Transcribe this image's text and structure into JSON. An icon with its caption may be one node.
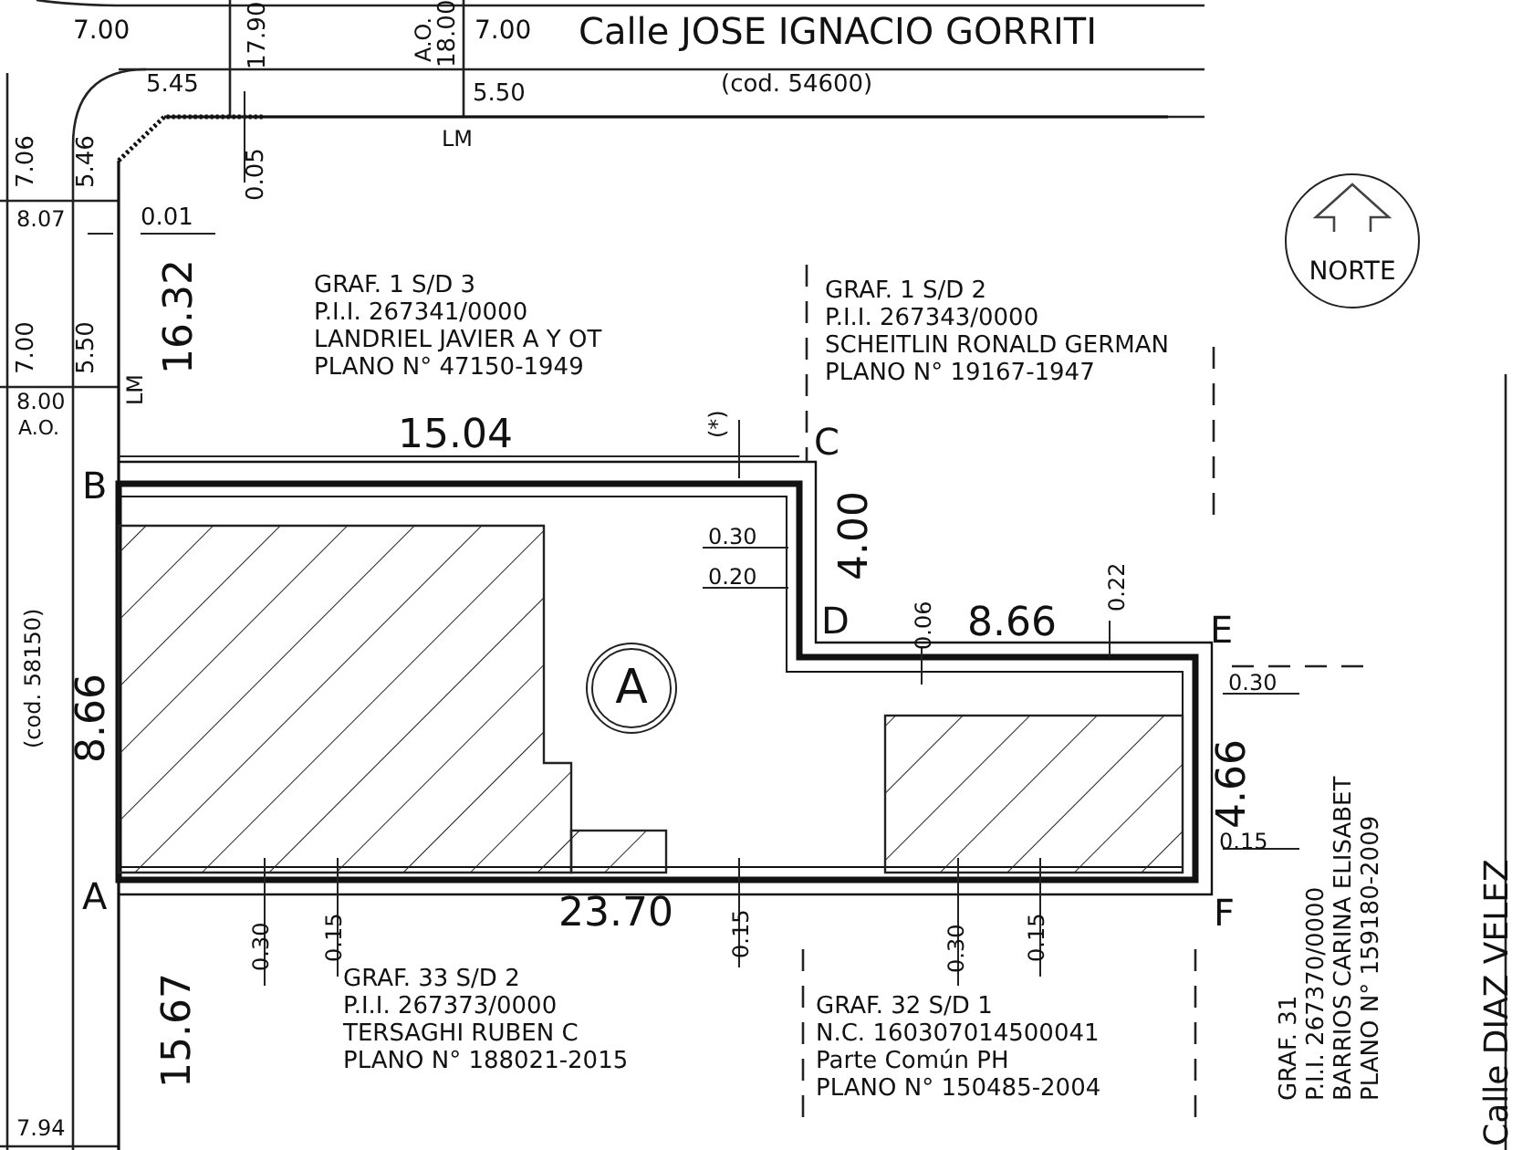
{
  "diagram": {
    "nodes": [
      {
        "text": [
          "NORTE"
        ]
      },
      {
        "text": [
          "A"
        ]
      }
    ],
    "labels": [
      "7.00",
      "17.90",
      "A.O.",
      "18.00",
      "7.00",
      "Calle JOSE IGNACIO GORRITI",
      "5.45",
      "5.50",
      "(cod. 54600)",
      "LM",
      "7.06",
      "5.46",
      "0.05",
      "8.07",
      "0.01",
      "GRAF. 1 S/D 3",
      "P.I.I. 267341/0000",
      "LANDRIEL JAVIER A Y OT",
      "PLANO N° 47150-1949",
      "GRAF. 1 S/D 2",
      "P.I.I. 267343/0000",
      "SCHEITLIN RONALD GERMAN",
      "PLANO N° 19167-1947",
      "7.00",
      "5.50",
      "LM",
      "16.32",
      "8.00",
      "A.O.",
      "15.04",
      "(*)",
      "B",
      "C",
      "4.00",
      "0.30",
      "0.20",
      "D",
      "0.06",
      "8.66",
      "0.22",
      "E",
      "0.30",
      "(cod. 58150)",
      "8.66",
      "4.66",
      "0.15",
      "A",
      "23.70",
      "0.30",
      "0.15",
      "0.15",
      "0.30",
      "0.15",
      "F",
      "15.67",
      "GRAF. 33 S/D 2",
      "P.I.I. 267373/0000",
      "TERSAGHI RUBEN C",
      "PLANO N° 188021-2015",
      "GRAF. 32 S/D 1",
      "N.C. 160307014500041",
      "Parte Común PH",
      "PLANO N° 150485-2004",
      "GRAF. 31",
      "P.I.I. 267370/0000",
      "BARRIOS CARINA ELISABET",
      "PLANO N° 159180-2009",
      "7.94",
      "Calle DIAZ VELEZ"
    ]
  }
}
